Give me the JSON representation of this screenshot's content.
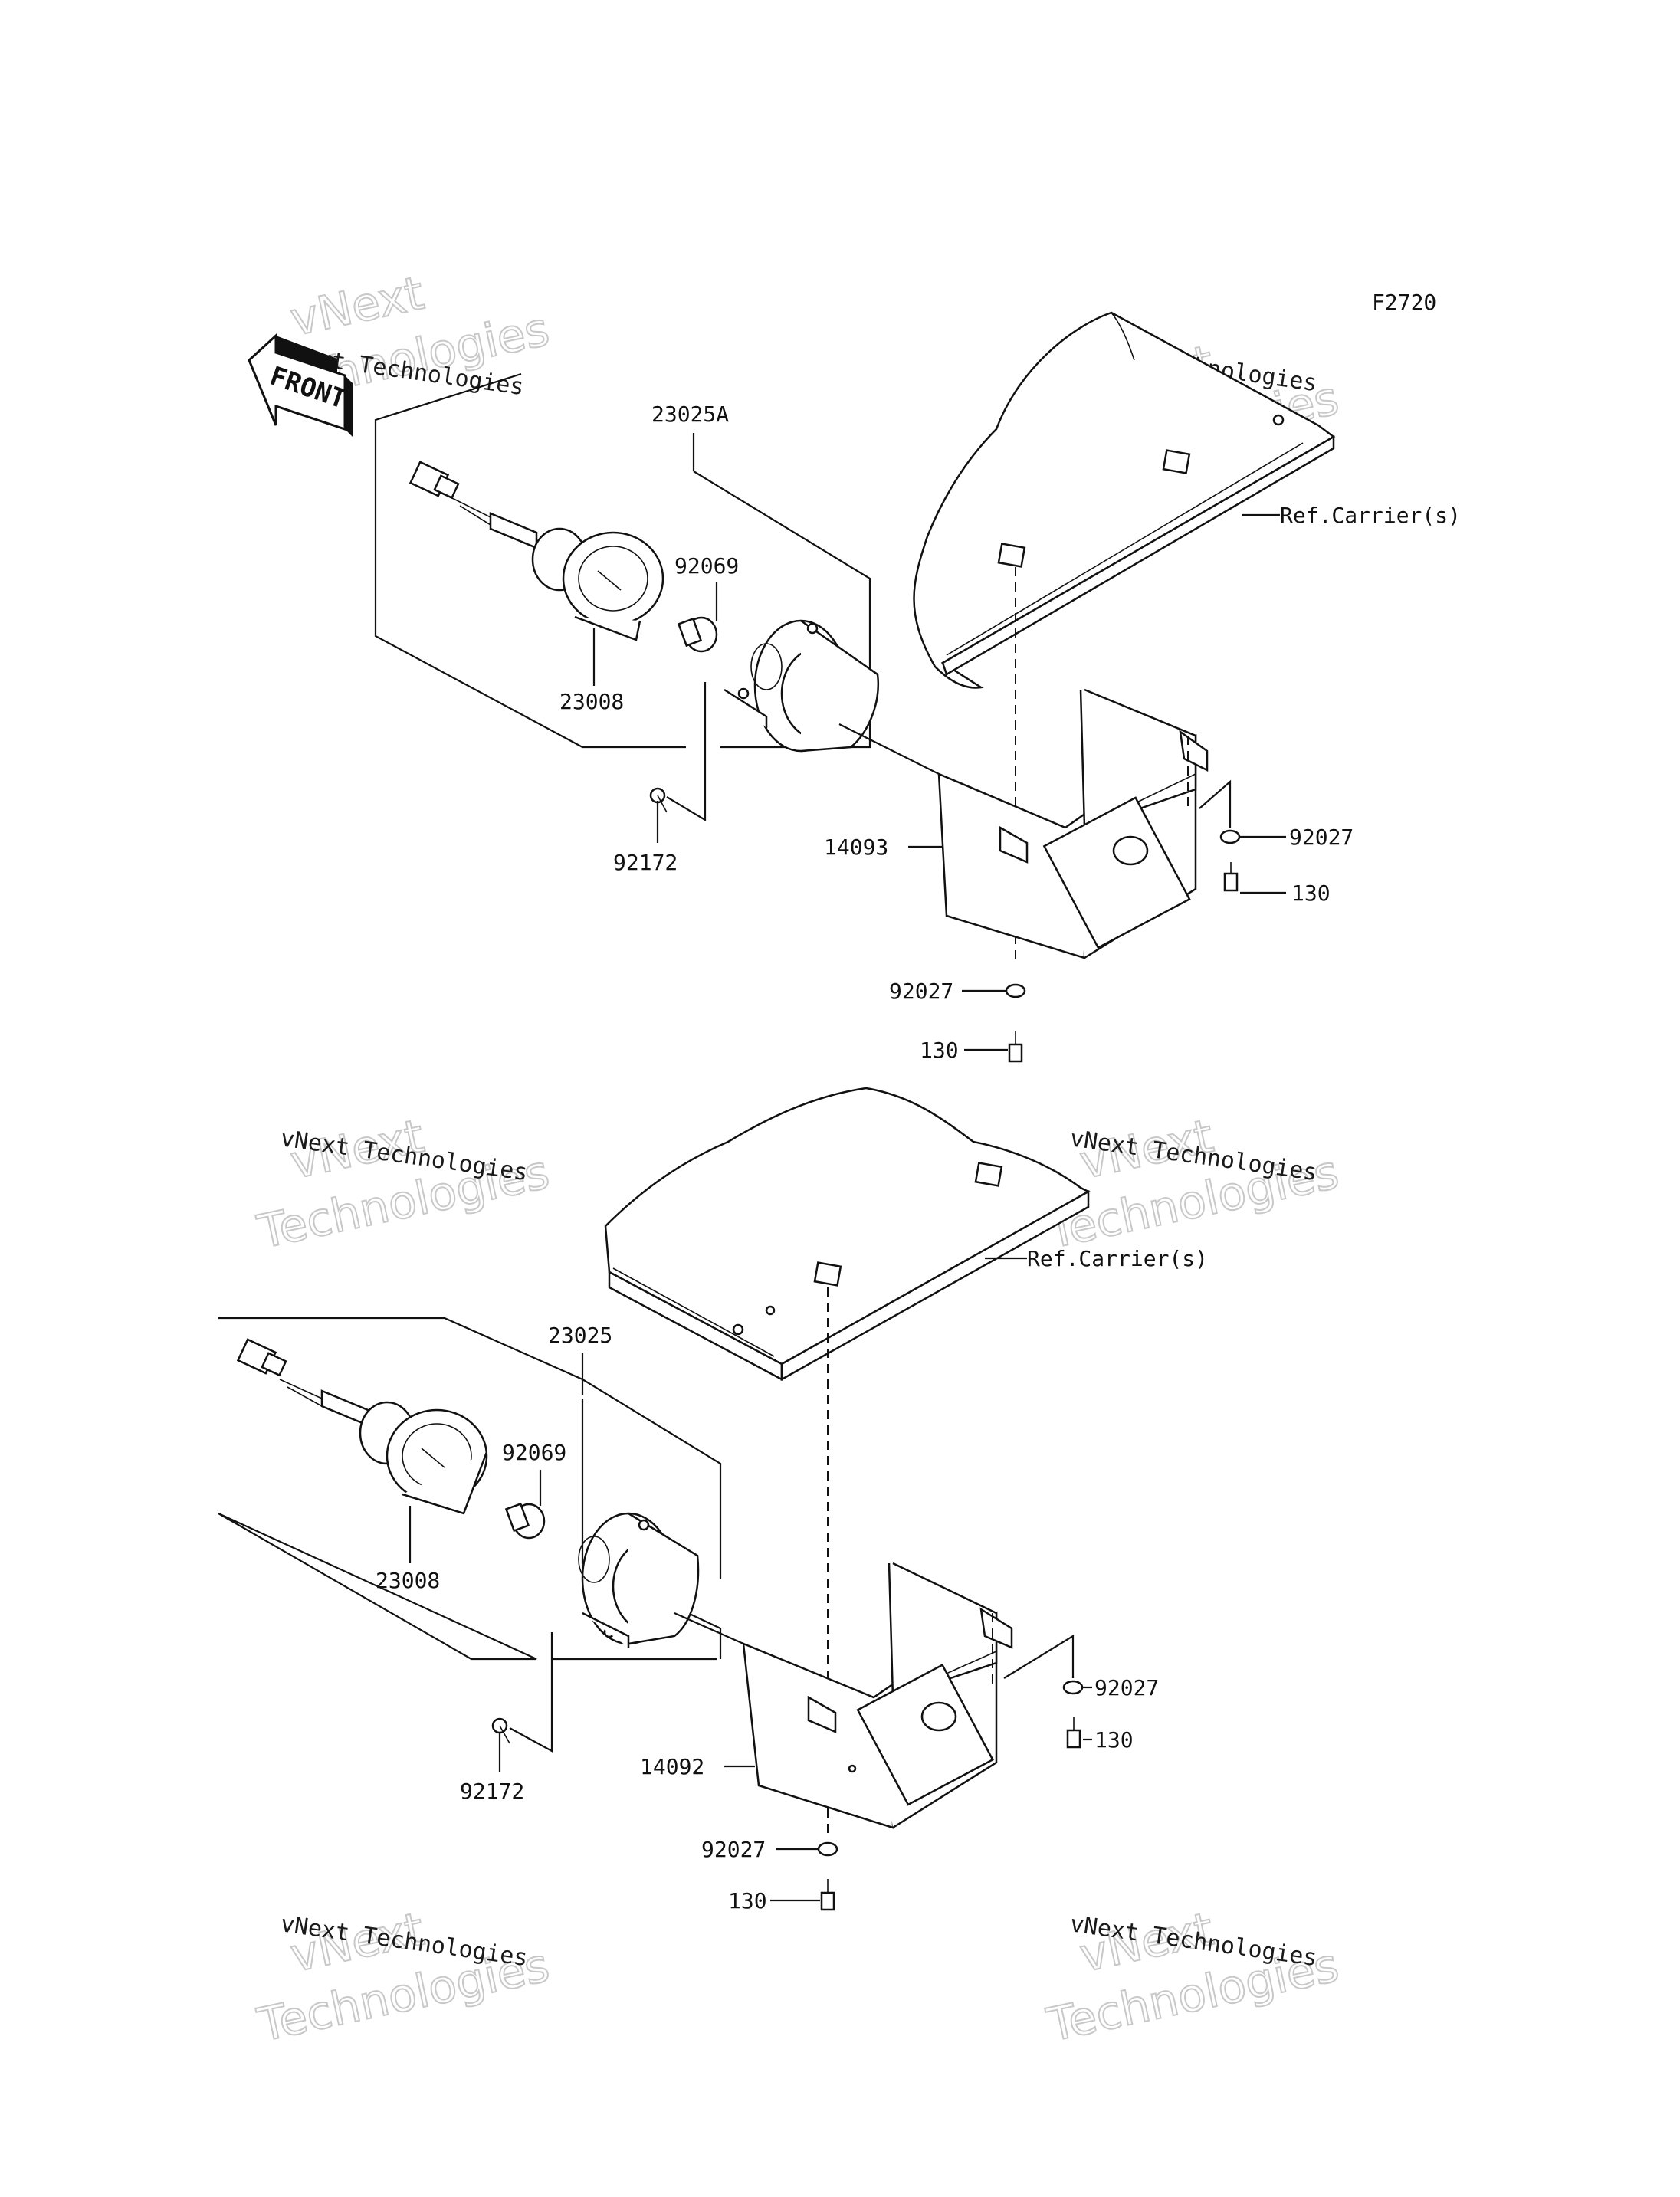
{
  "figure_code": "F2720",
  "front_label": "FRONT",
  "watermark": {
    "line1": "vNext Technologies",
    "big_a": "vNext",
    "big_b": "Technologies"
  },
  "upper_assembly": {
    "lamp_assembly": "23025A",
    "socket": "23008",
    "bulb": "92069",
    "screw": "92172",
    "bracket": "14093",
    "washer_side": "92027",
    "bolt_side": "130",
    "washer_bottom": "92027",
    "bolt_bottom": "130",
    "carrier_ref": "Ref.Carrier(s)"
  },
  "lower_assembly": {
    "lamp_assembly": "23025",
    "socket": "23008",
    "bulb": "92069",
    "screw": "92172",
    "bracket": "14092",
    "washer_side": "92027",
    "bolt_side": "130",
    "washer_bottom": "92027",
    "bolt_bottom": "130",
    "carrier_ref": "Ref.Carrier(s)"
  }
}
